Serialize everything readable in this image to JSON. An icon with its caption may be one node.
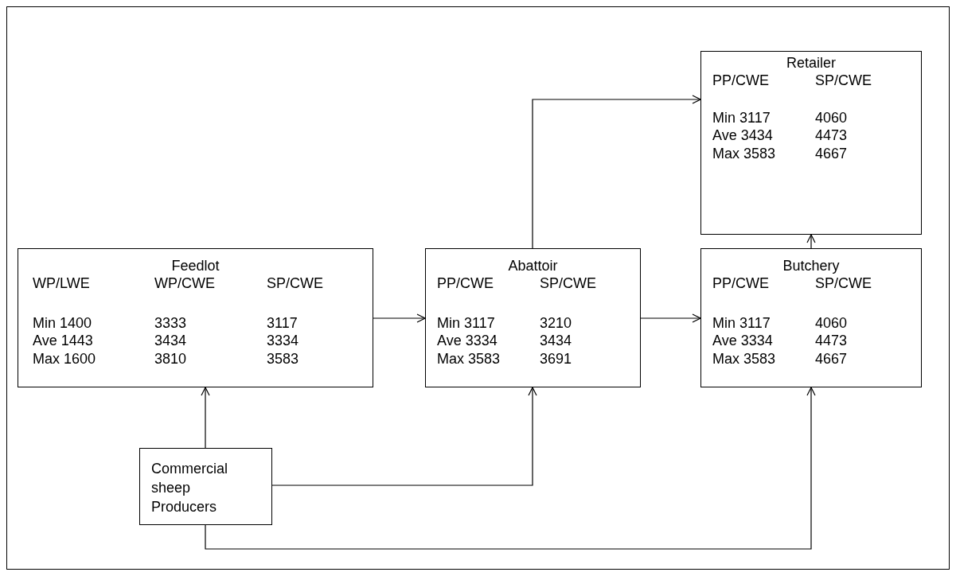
{
  "diagram": {
    "nodes": [
      {
        "text": [
          "Retailer",
          "PP/CWE",
          "SP/CWE",
          "Min 3117",
          "4060",
          "Ave 3434",
          "4473",
          "Max 3583",
          "4667"
        ]
      },
      {
        "text": [
          "Feedlot",
          "WP/LWE",
          "WP/CWE",
          "SP/CWE",
          "Min 1400",
          "3333",
          "3117",
          "Ave 1443",
          "3434",
          "3334",
          "Max 1600",
          "3810",
          "3583"
        ]
      },
      {
        "text": [
          "Abattoir",
          "PP/CWE",
          "SP/CWE",
          "Min 3117",
          "3210",
          "Ave 3334",
          "3434",
          "Max 3583",
          "3691"
        ]
      },
      {
        "text": [
          "Butchery",
          "PP/CWE",
          "SP/CWE",
          "Min 3117",
          "4060",
          "Ave 3334",
          "4473",
          "Max 3583",
          "4667"
        ]
      },
      {
        "text": [
          "Commercial sheep Producers"
        ]
      }
    ],
    "edges": [
      {
        "from": 1,
        "to": 2,
        "arrow": "to"
      },
      {
        "from": 2,
        "to": 3,
        "arrow": "to"
      },
      {
        "from": 2,
        "to": 0,
        "arrow": "to"
      },
      {
        "from": 3,
        "to": 0,
        "arrow": "to"
      },
      {
        "from": 4,
        "to": 1,
        "arrow": "to"
      },
      {
        "from": 4,
        "to": 2,
        "arrow": "to"
      },
      {
        "from": 4,
        "to": 3,
        "arrow": "to"
      }
    ]
  }
}
